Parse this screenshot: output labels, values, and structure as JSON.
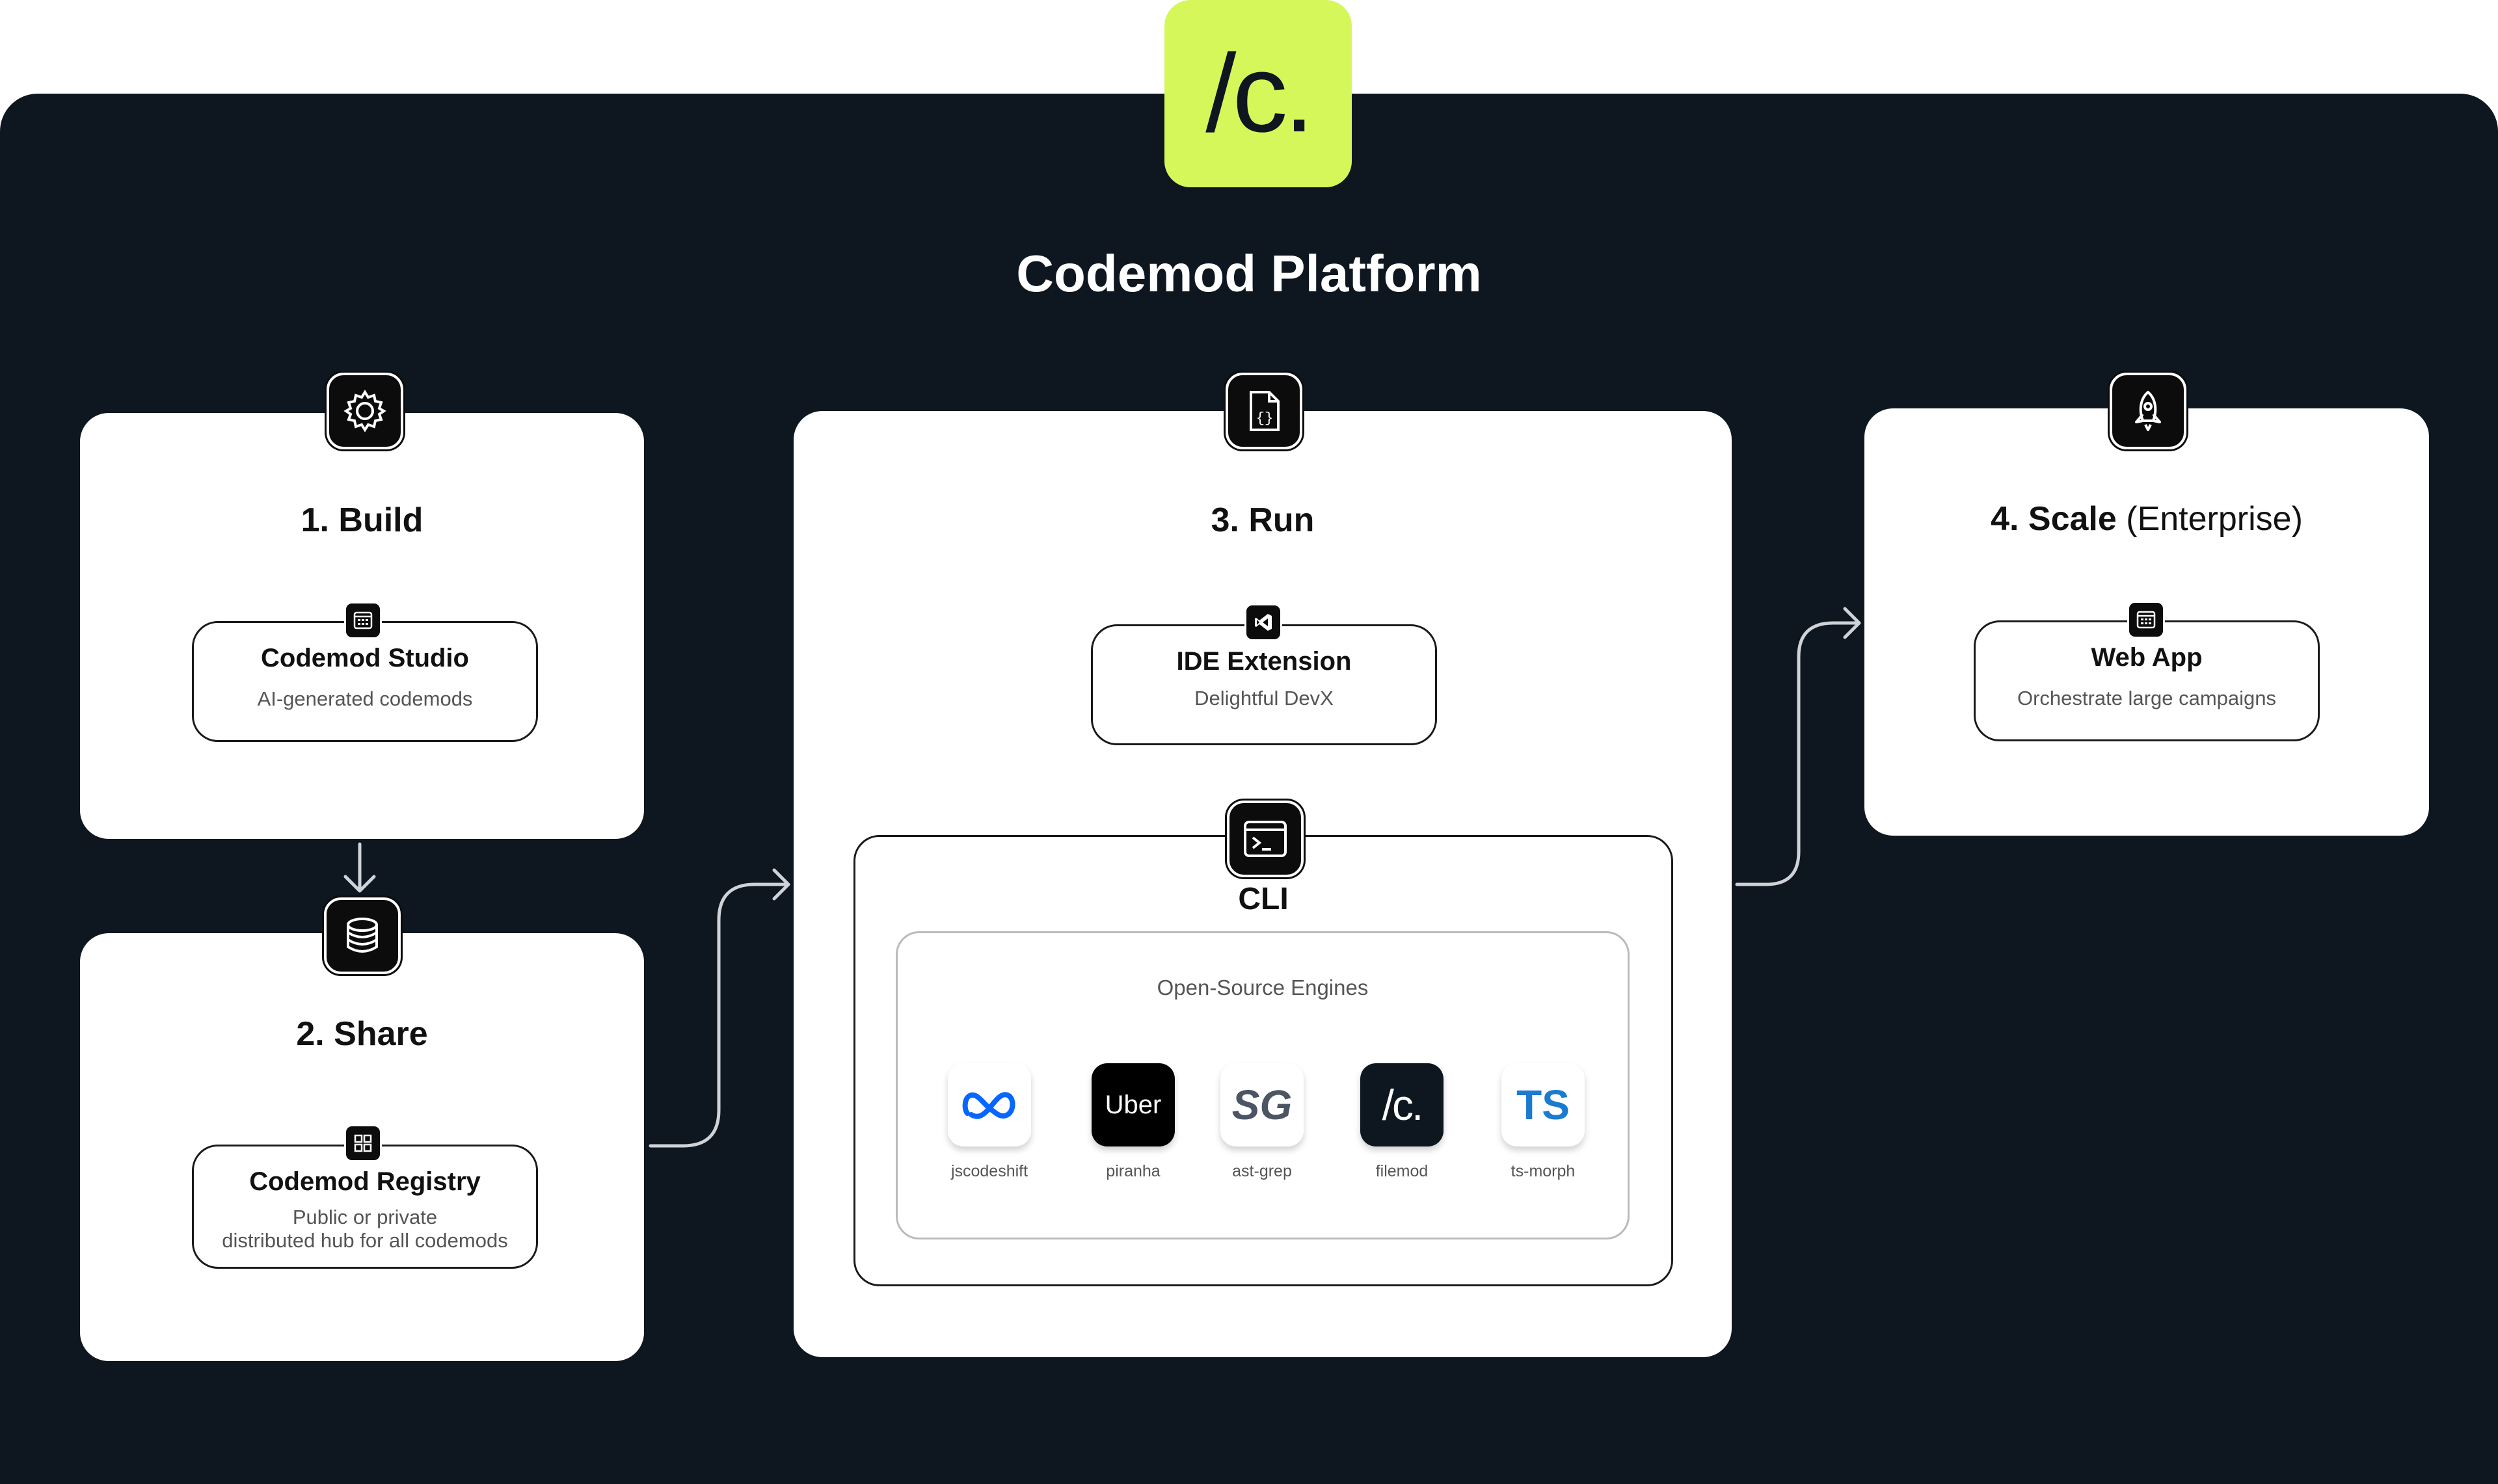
{
  "logo": {
    "text": "/c."
  },
  "title": "Codemod Platform",
  "colors": {
    "background": "#0e1720",
    "accent": "#d6f75a",
    "card": "#ffffff"
  },
  "build": {
    "title": "1. Build",
    "icon": "gear-icon",
    "tool": {
      "name": "Codemod Studio",
      "desc": "AI-generated codemods",
      "icon": "app-window-icon"
    }
  },
  "share": {
    "title": "2. Share",
    "icon": "database-icon",
    "tool": {
      "name": "Codemod Registry",
      "desc_line1": "Public or private",
      "desc_line2": "distributed hub for all codemods",
      "icon": "grid-icon"
    }
  },
  "run": {
    "title": "3. Run",
    "icon": "code-file-icon",
    "ide": {
      "name": "IDE Extension",
      "desc": "Delightful DevX",
      "icon": "vscode-icon"
    },
    "cli": {
      "name": "CLI",
      "icon": "terminal-icon",
      "engines_title": "Open-Source Engines",
      "engines": [
        {
          "label": "jscodeshift",
          "icon": "meta-icon"
        },
        {
          "label": "piranha",
          "icon": "uber-icon",
          "text": "Uber"
        },
        {
          "label": "ast-grep",
          "icon": "ast-grep-icon",
          "text": "SG"
        },
        {
          "label": "filemod",
          "icon": "codemod-icon",
          "text": "/c."
        },
        {
          "label": "ts-morph",
          "icon": "typescript-icon",
          "text": "TS"
        }
      ]
    }
  },
  "scale": {
    "title_bold": "4. Scale",
    "title_light": "(Enterprise)",
    "icon": "rocket-icon",
    "tool": {
      "name": "Web App",
      "desc": "Orchestrate large campaigns",
      "icon": "app-window-icon"
    }
  }
}
